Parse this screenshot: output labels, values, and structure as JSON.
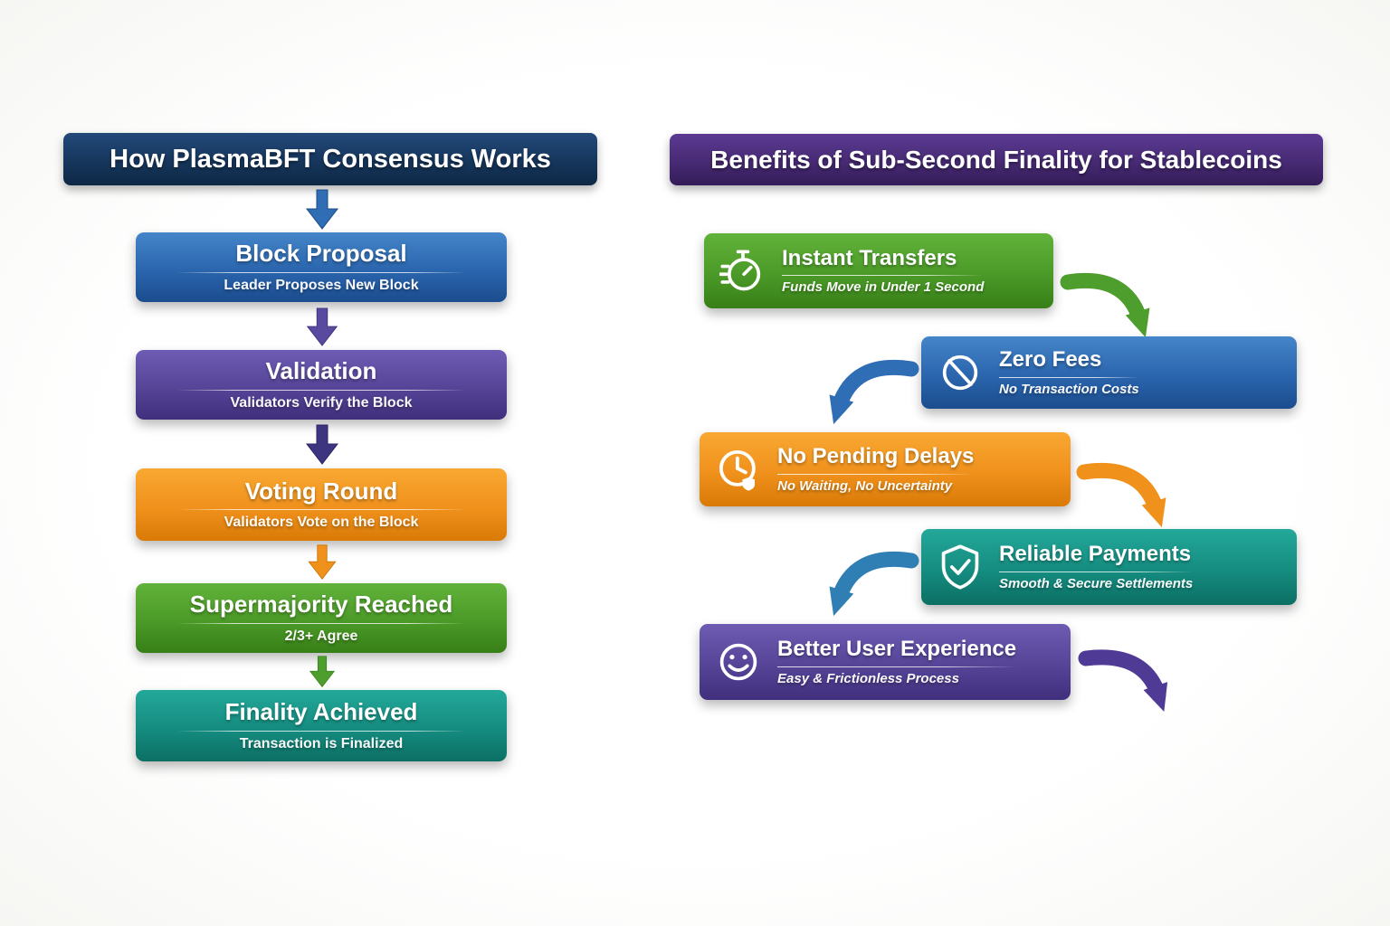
{
  "left": {
    "title": "How PlasmaBFT Consensus Works",
    "header_color": "#16365c",
    "steps": [
      {
        "title": "Block Proposal",
        "subtitle": "Leader Proposes New Block",
        "color": "#2a65ad"
      },
      {
        "title": "Validation",
        "subtitle": "Validators Verify the Block",
        "color": "#564497"
      },
      {
        "title": "Voting Round",
        "subtitle": "Validators Vote on the Block",
        "color": "#f0911c"
      },
      {
        "title": "Supermajority Reached",
        "subtitle": "2/3+ Agree",
        "color": "#4b9a28"
      },
      {
        "title": "Finality Achieved",
        "subtitle": "Transaction is Finalized",
        "color": "#158c80"
      }
    ],
    "flow_arrow_colors": [
      "#2f6db5",
      "#5a4a9f",
      "#3d3580",
      "#f0911c",
      "#4e9e2e"
    ]
  },
  "right": {
    "title": "Benefits of Sub-Second Finality for Stablecoins",
    "header_color": "#472a74",
    "benefits": [
      {
        "title": "Instant Transfers",
        "subtitle": "Funds Move in Under 1 Second",
        "icon": "stopwatch-icon",
        "color": "#4b9a28"
      },
      {
        "title": "Zero Fees",
        "subtitle": "No Transaction Costs",
        "icon": "no-fees-icon",
        "color": "#2a65ad"
      },
      {
        "title": "No Pending Delays",
        "subtitle": "No Waiting, No Uncertainty",
        "icon": "clock-icon",
        "color": "#f0911c"
      },
      {
        "title": "Reliable Payments",
        "subtitle": "Smooth & Secure Settlements",
        "icon": "shield-check-icon",
        "color": "#158c80"
      },
      {
        "title": "Better User Experience",
        "subtitle": "Easy & Frictionless Process",
        "icon": "smiley-icon",
        "color": "#564497"
      }
    ],
    "curve_arrow_colors": [
      "#4e9e2e",
      "#2f6db5",
      "#f0911c",
      "#2f7fb5",
      "#4f3a96"
    ]
  }
}
